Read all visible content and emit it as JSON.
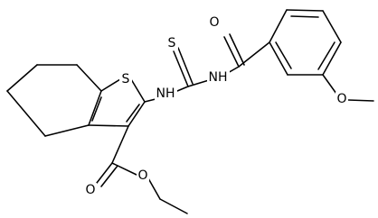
{
  "molecule": {
    "atoms": {
      "s_thiophene": "S",
      "s_thione": "S",
      "nh_left": "NH",
      "nh_right": "NH",
      "o_amide": "O",
      "o_methoxy": "O",
      "o_ester_carbonyl": "O",
      "o_ester": "O"
    }
  }
}
